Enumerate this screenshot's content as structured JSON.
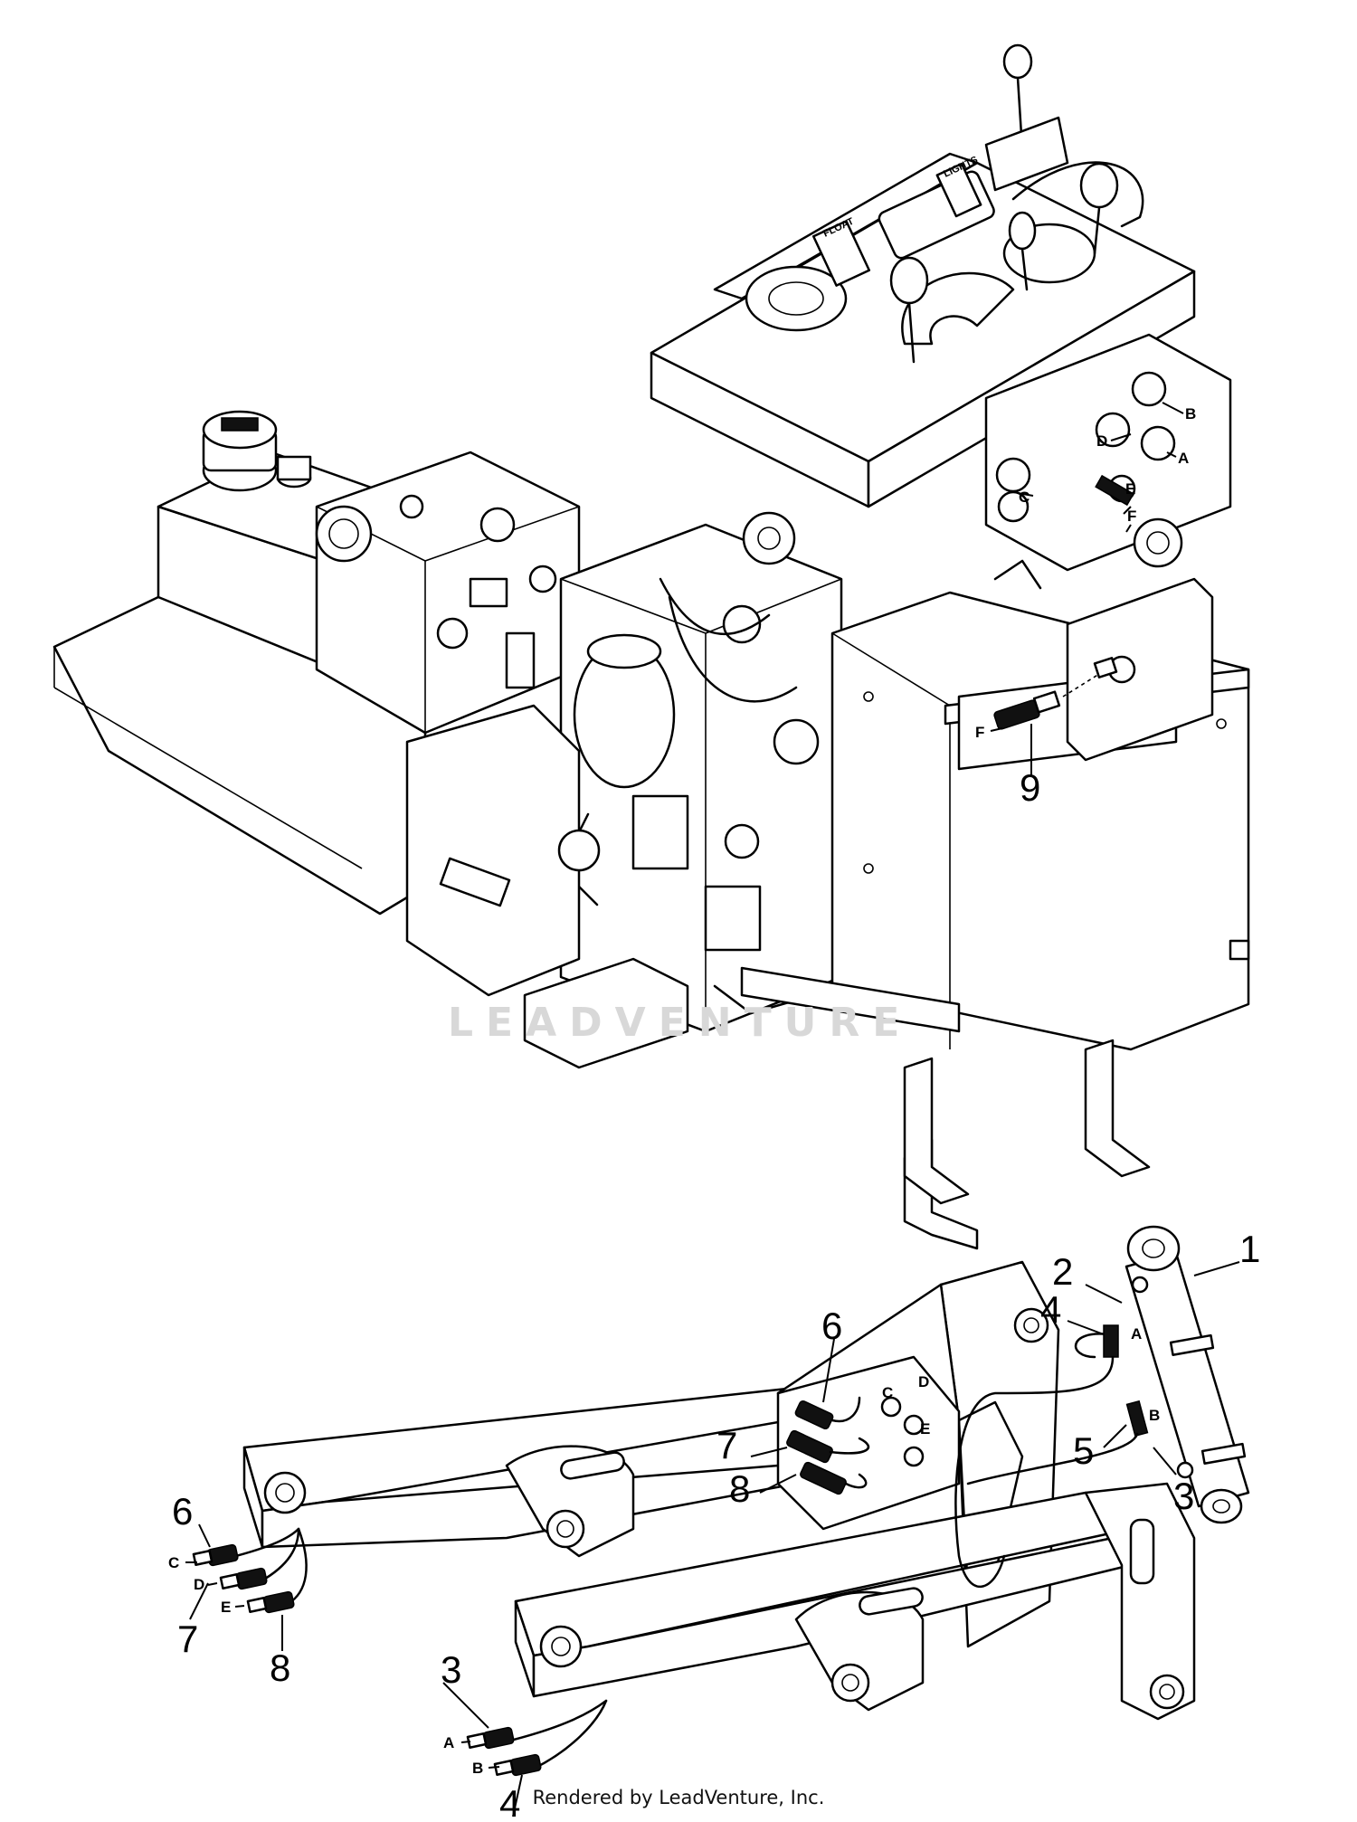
{
  "callouts": [
    {
      "id": "1",
      "label": "1"
    },
    {
      "id": "2",
      "label": "2"
    },
    {
      "id": "3",
      "label": "3"
    },
    {
      "id": "4",
      "label": "4"
    },
    {
      "id": "5",
      "label": "5"
    },
    {
      "id": "6",
      "label": "6"
    },
    {
      "id": "7",
      "label": "7"
    },
    {
      "id": "8",
      "label": "8"
    },
    {
      "id": "9",
      "label": "9"
    }
  ],
  "ports": [
    "A",
    "B",
    "C",
    "D",
    "E",
    "F"
  ],
  "panel_labels": {
    "float": "FLOAT",
    "lights": "LIGHTS"
  },
  "watermark": "LEADVENTURE",
  "credit": "Rendered by LeadVenture, Inc."
}
